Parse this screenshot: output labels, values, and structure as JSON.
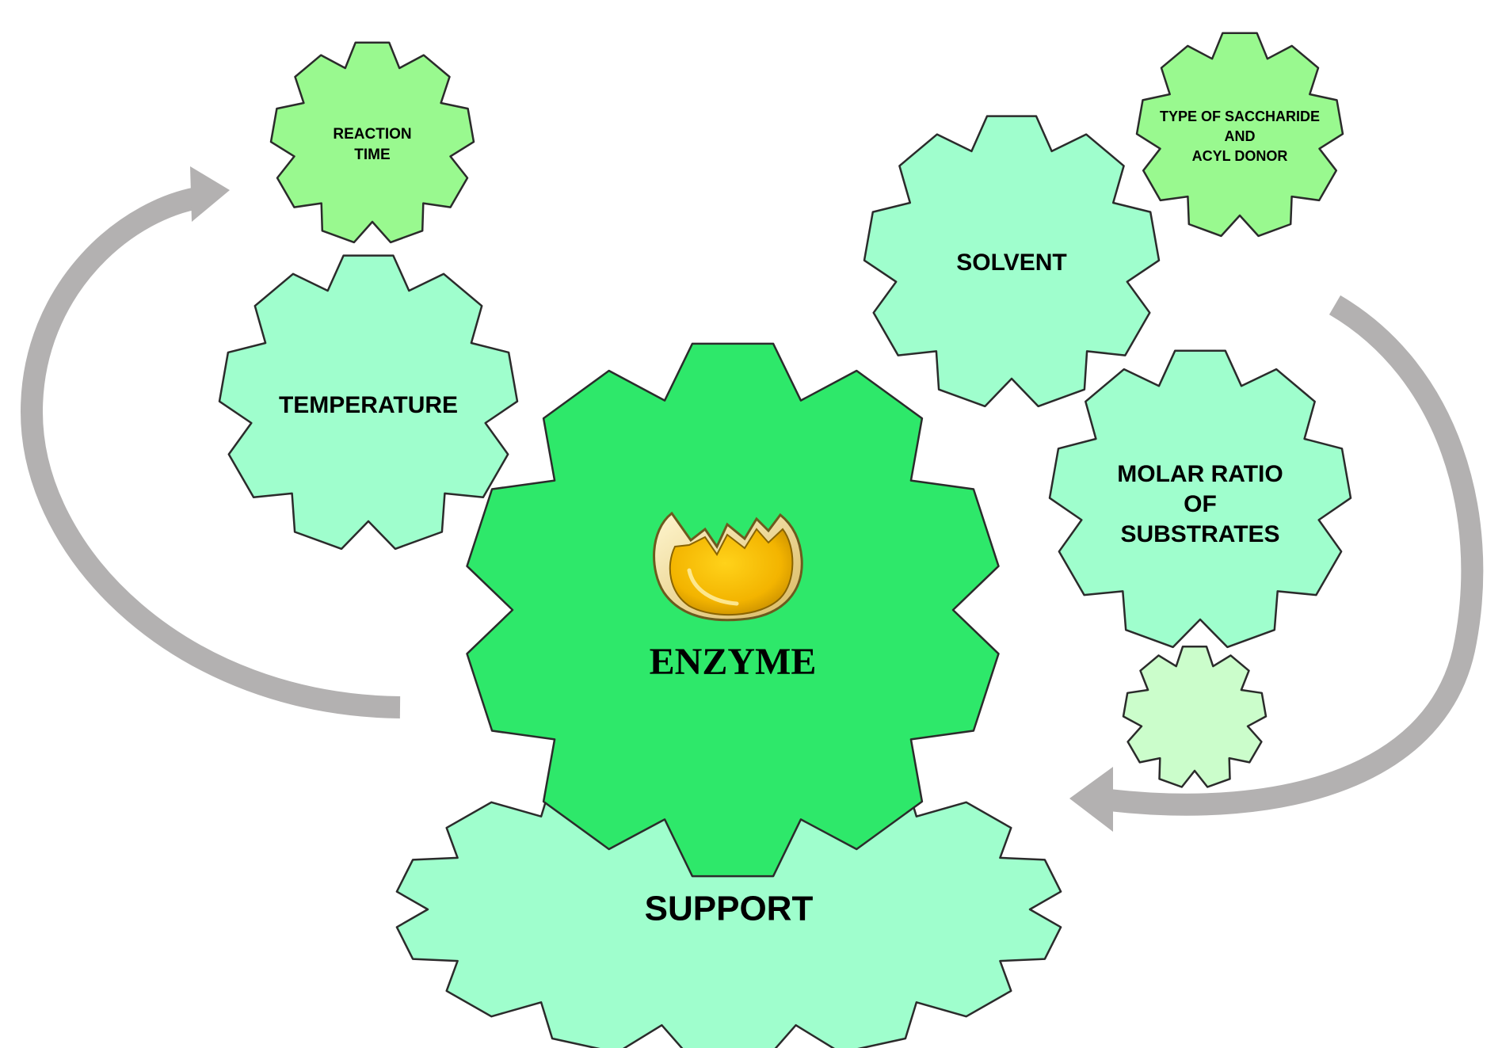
{
  "diagram": {
    "center": {
      "label": "ENZYME",
      "fill": "#2ee86a",
      "icon": "cracked-egg-shell-icon"
    },
    "factors": [
      {
        "id": "reaction-time",
        "lines": [
          "REACTION",
          "TIME"
        ],
        "fill": "#99f98f"
      },
      {
        "id": "temperature",
        "lines": [
          "TEMPERATURE"
        ],
        "fill": "#9ffecd"
      },
      {
        "id": "solvent",
        "lines": [
          "SOLVENT"
        ],
        "fill": "#9ffecd"
      },
      {
        "id": "saccharide",
        "lines": [
          "TYPE OF SACCHARIDE",
          "AND",
          "ACYL DONOR"
        ],
        "fill": "#99f98f"
      },
      {
        "id": "molar-ratio",
        "lines": [
          "MOLAR RATIO",
          "OF",
          "SUBSTRATES"
        ],
        "fill": "#9ffecd"
      },
      {
        "id": "small-gear",
        "lines": [],
        "fill": "#cbfdcb"
      }
    ],
    "support": {
      "label": "SUPPORT",
      "fill": "#9ffecd"
    },
    "arrows": {
      "color": "#b3b1b1"
    },
    "stroke": "#2b2b2b"
  }
}
